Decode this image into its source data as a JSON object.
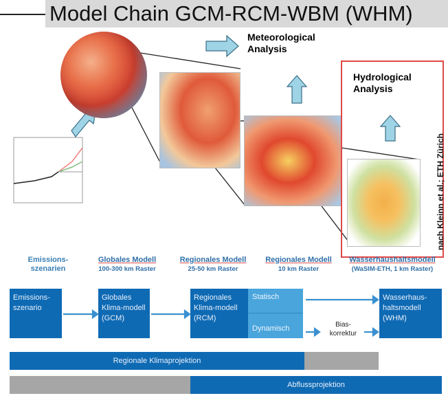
{
  "title": "Model Chain GCM-RCM-WBM (WHM)",
  "labels": {
    "meteo": "Meteorological Analysis",
    "hydro": "Hydrological Analysis",
    "credit": "nach Kleinn et al.; ETH Zürich"
  },
  "headers": [
    {
      "line1": "Emissions-",
      "line2": "szenarien"
    },
    {
      "line1": "Globales Modell",
      "line2": "100-300 km Raster"
    },
    {
      "line1": "Regionales Modell",
      "line2": "25-50 km Raster"
    },
    {
      "line1": "Regionales Modell",
      "line2": "10 km Raster"
    },
    {
      "line1": "Wasserhaushaltsmodell",
      "line2": "(WaSIM-ETH, 1 km Raster)"
    }
  ],
  "flow": {
    "emission": "Emissions-szenario",
    "gcm": "Globales Klima-modell (GCM)",
    "rcm": "Regionales Klima-modell (RCM)",
    "statisch": "Statisch",
    "dynamisch": "Dynamisch",
    "bias": "Bias-korrektur",
    "whm": "Wasserhaus-haltsmodell (WHM)"
  },
  "bars": {
    "klima": "Regionale Klimaprojektion",
    "abfluss": "Abflussprojektion"
  },
  "colors": {
    "blue": "#0f6ab4",
    "light_blue": "#4aa5dc",
    "grey": "#a6a6a6",
    "red_frame": "#e04848",
    "arrow": "#9fd3e6"
  }
}
